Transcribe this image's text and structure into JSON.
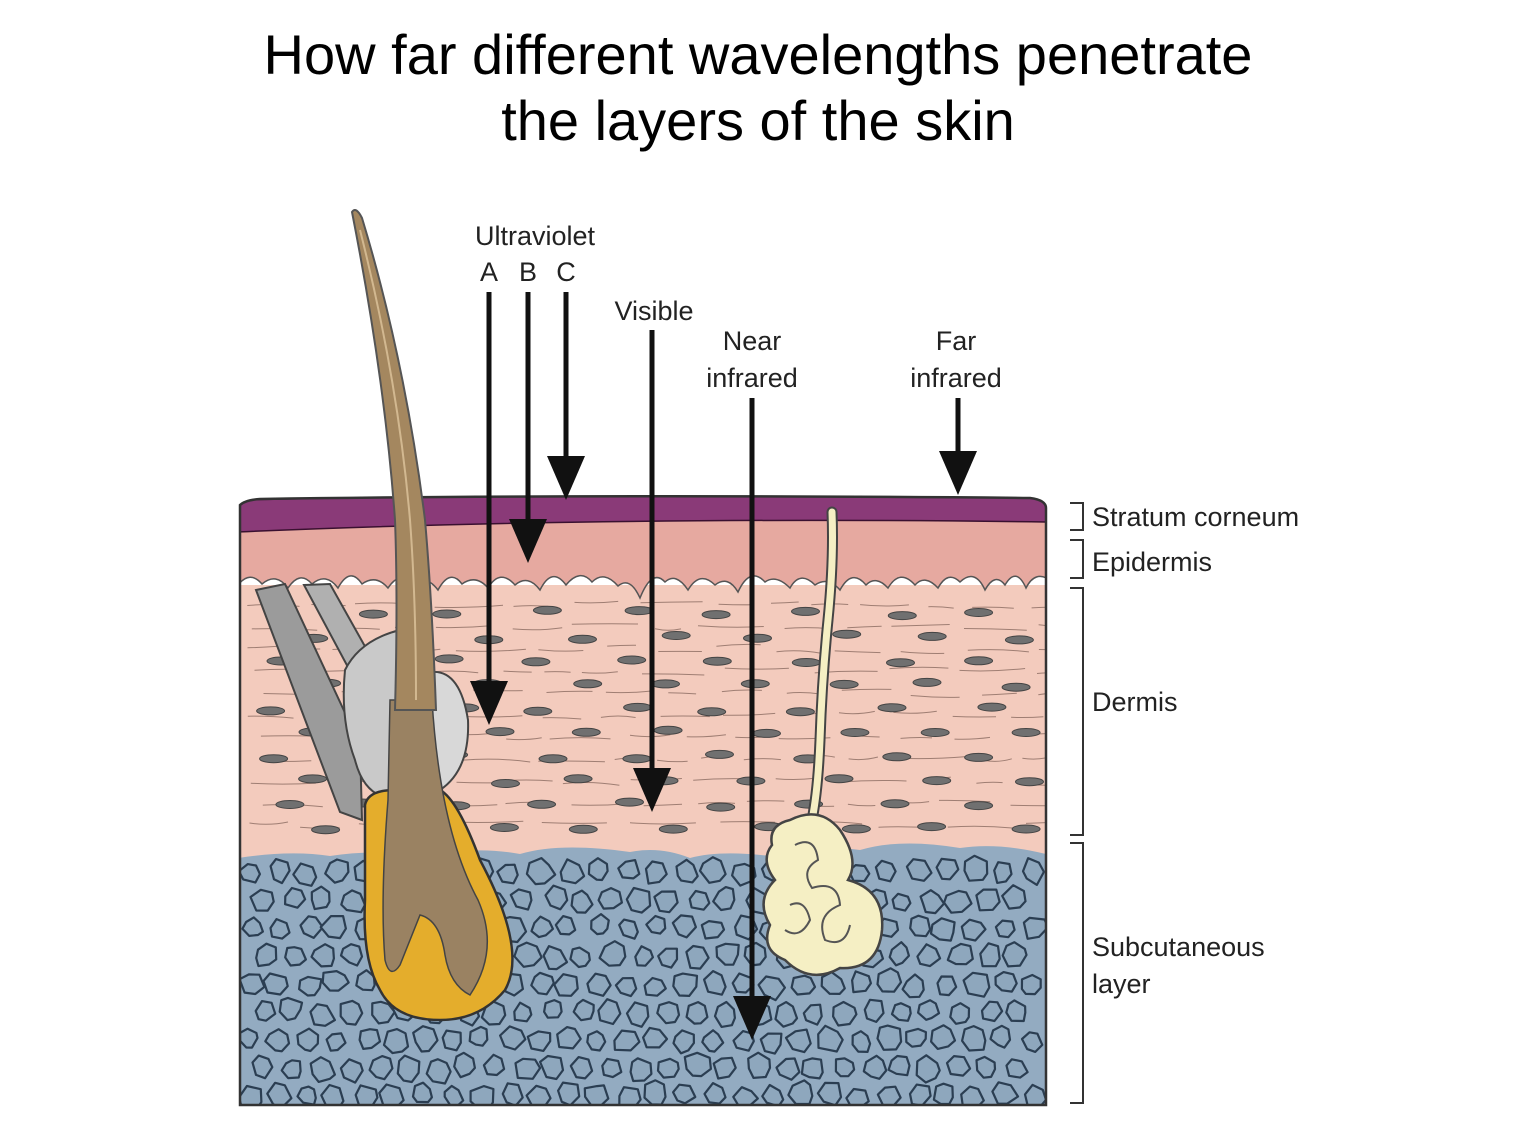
{
  "title": {
    "line1": "How far different wavelengths penetrate",
    "line2": "the layers of the skin"
  },
  "wavelengths": {
    "uv_heading": "Ultraviolet",
    "uv_a": "A",
    "uv_b": "B",
    "uv_c": "C",
    "visible": "Visible",
    "near_ir_line1": "Near",
    "near_ir_line2": "infrared",
    "far_ir_line1": "Far",
    "far_ir_line2": "infrared"
  },
  "layers": {
    "stratum_corneum": "Stratum corneum",
    "epidermis": "Epidermis",
    "dermis": "Dermis",
    "subcutaneous_line1": "Subcutaneous",
    "subcutaneous_line2": "layer"
  },
  "colors": {
    "stratum_corneum": "#8a3a78",
    "epidermis": "#e6a9a0",
    "dermis": "#f3cbbd",
    "subcutaneous": "#93abc1",
    "fat_cell": "#8ea7bd",
    "hair": "#a4875f",
    "hair_bulb": "#e4ad2c",
    "sweat_gland": "#f5efc4",
    "arrow": "#111111"
  }
}
